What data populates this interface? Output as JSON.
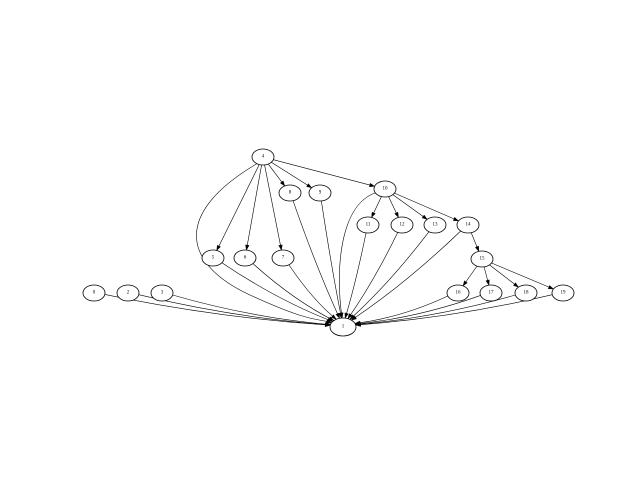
{
  "graph": {
    "nodes": [
      {
        "id": "n4",
        "label": "4"
      },
      {
        "id": "n8",
        "label": "8"
      },
      {
        "id": "n9",
        "label": "9"
      },
      {
        "id": "n10",
        "label": "10"
      },
      {
        "id": "n11",
        "label": "11"
      },
      {
        "id": "n12",
        "label": "12"
      },
      {
        "id": "n13",
        "label": "13"
      },
      {
        "id": "n14",
        "label": "14"
      },
      {
        "id": "n5",
        "label": "5"
      },
      {
        "id": "n6",
        "label": "6"
      },
      {
        "id": "n7",
        "label": "7"
      },
      {
        "id": "n15",
        "label": "15"
      },
      {
        "id": "n0",
        "label": "0"
      },
      {
        "id": "n2",
        "label": "2"
      },
      {
        "id": "n3",
        "label": "3"
      },
      {
        "id": "n16",
        "label": "16"
      },
      {
        "id": "n17",
        "label": "17"
      },
      {
        "id": "n18",
        "label": "18"
      },
      {
        "id": "n19",
        "label": "19"
      },
      {
        "id": "n1",
        "label": "1"
      }
    ],
    "edges": [
      [
        "n4",
        "n8"
      ],
      [
        "n4",
        "n9"
      ],
      [
        "n4",
        "n10"
      ],
      [
        "n4",
        "n5"
      ],
      [
        "n4",
        "n6"
      ],
      [
        "n4",
        "n7"
      ],
      [
        "n4",
        "n1"
      ],
      [
        "n10",
        "n11"
      ],
      [
        "n10",
        "n12"
      ],
      [
        "n10",
        "n13"
      ],
      [
        "n10",
        "n14"
      ],
      [
        "n10",
        "n1"
      ],
      [
        "n14",
        "n15"
      ],
      [
        "n15",
        "n16"
      ],
      [
        "n15",
        "n17"
      ],
      [
        "n15",
        "n18"
      ],
      [
        "n15",
        "n19"
      ],
      [
        "n8",
        "n1"
      ],
      [
        "n9",
        "n1"
      ],
      [
        "n5",
        "n1"
      ],
      [
        "n6",
        "n1"
      ],
      [
        "n7",
        "n1"
      ],
      [
        "n11",
        "n1"
      ],
      [
        "n12",
        "n1"
      ],
      [
        "n13",
        "n1"
      ],
      [
        "n14",
        "n1"
      ],
      [
        "n0",
        "n1"
      ],
      [
        "n2",
        "n1"
      ],
      [
        "n3",
        "n1"
      ],
      [
        "n16",
        "n1"
      ],
      [
        "n17",
        "n1"
      ],
      [
        "n18",
        "n1"
      ],
      [
        "n19",
        "n1"
      ]
    ]
  }
}
